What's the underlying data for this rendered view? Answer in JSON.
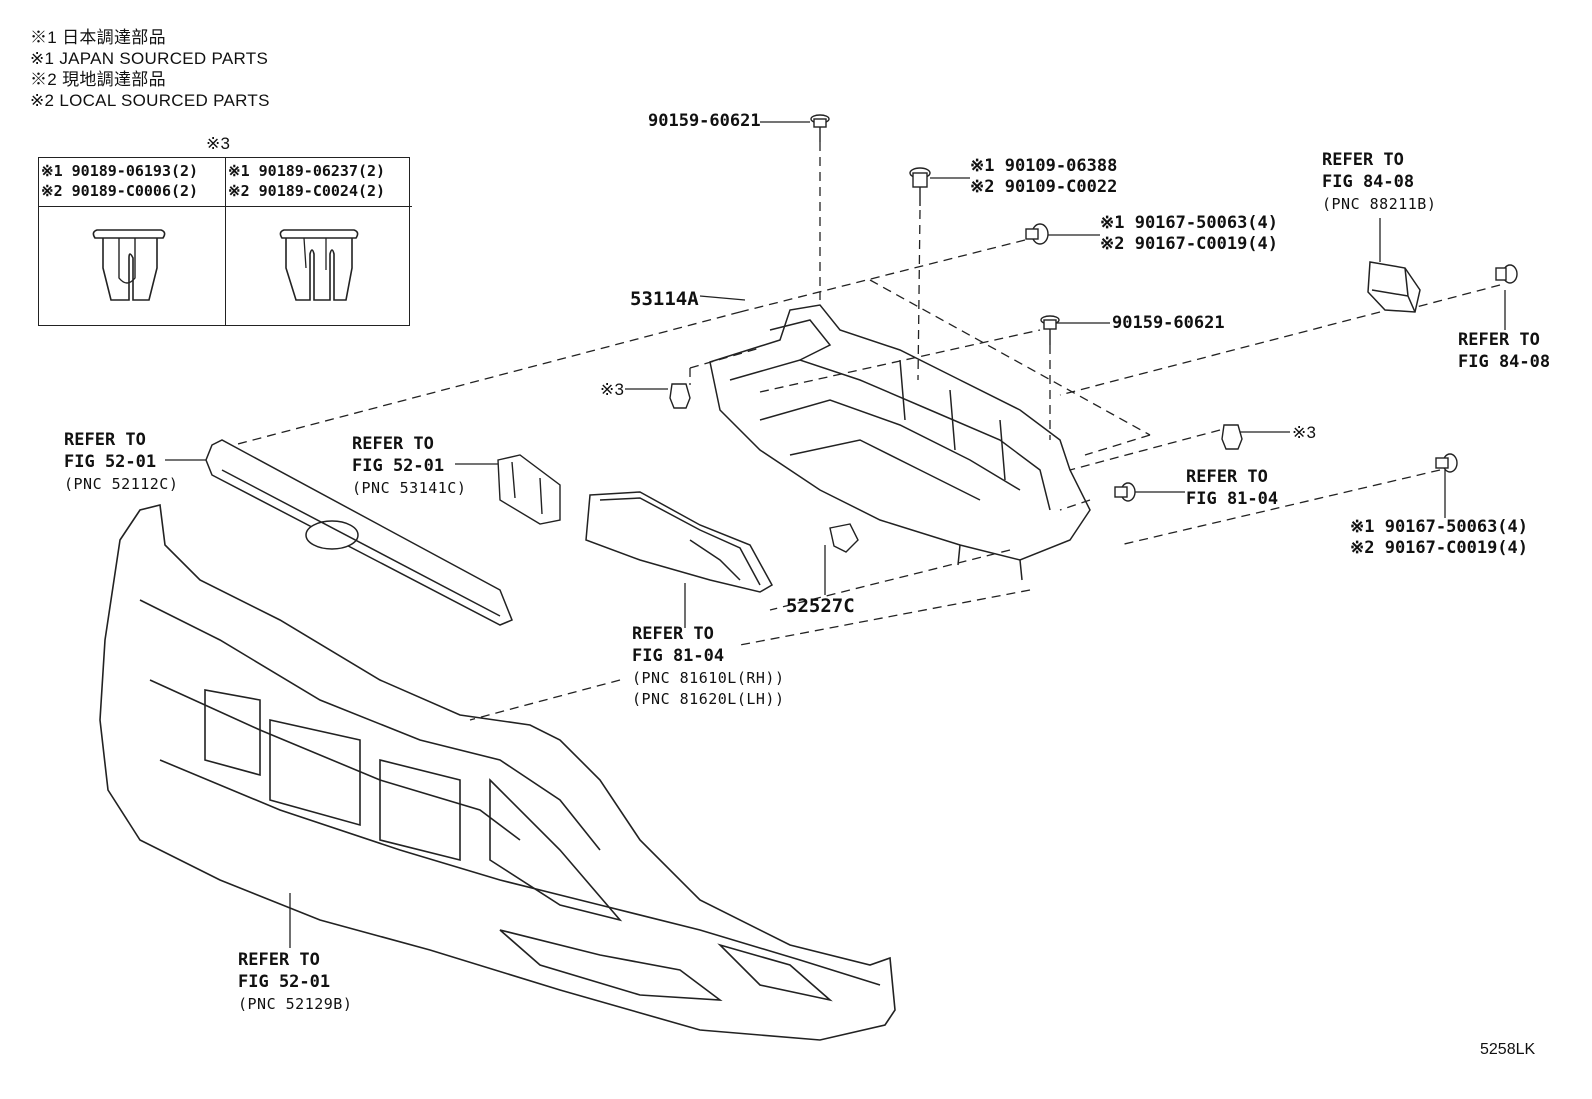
{
  "notes": [
    "※1 日本調達部品",
    "※1 JAPAN SOURCED PARTS",
    "※2 現地調達部品",
    "※2 LOCAL SOURCED PARTS"
  ],
  "kit_table": {
    "marker": "※3",
    "columns": [
      {
        "line1": "※1 90189-06193(2)",
        "line2": "※2 90189-C0006(2)"
      },
      {
        "line1": "※1 90189-06237(2)",
        "line2": "※2 90189-C0024(2)"
      }
    ]
  },
  "labels": {
    "bolt_top": "90159-60621",
    "bolt_mid1": "※1 90109-06388",
    "bolt_mid2": "※2 90109-C0022",
    "screw_a1": "※1 90167-50063(4)",
    "screw_a2": "※2 90167-C0019(4)",
    "bolt_right": "90159-60621",
    "part_53114a": "53114A",
    "clip_left": "※3",
    "clip_right": "※3",
    "part_52527c": "52527C",
    "screw_b1": "※1 90167-50063(4)",
    "screw_b2": "※2 90167-C0019(4)"
  },
  "refers": {
    "grille": {
      "line1": "REFER TO",
      "line2": "FIG 52-01",
      "pnc": "(PNC 52112C)"
    },
    "bracket": {
      "line1": "REFER TO",
      "line2": "FIG 52-01",
      "pnc": "(PNC 53141C)"
    },
    "lamp": {
      "line1": "REFER TO",
      "line2": "FIG 81-04",
      "pnc1": "(PNC 81610L(RH))",
      "pnc2": "(PNC 81620L(LH))"
    },
    "bumper": {
      "line1": "REFER TO",
      "line2": "FIG 52-01",
      "pnc": "(PNC 52129B)"
    },
    "sensor": {
      "line1": "REFER TO",
      "line2": "FIG 84-08",
      "pnc": "(PNC 88211B)"
    },
    "sensor_bolt": {
      "line1": "REFER TO",
      "line2": "FIG 84-08"
    },
    "lamp_bolt": {
      "line1": "REFER TO",
      "line2": "FIG 81-04"
    }
  },
  "diagram_code": "5258LK"
}
